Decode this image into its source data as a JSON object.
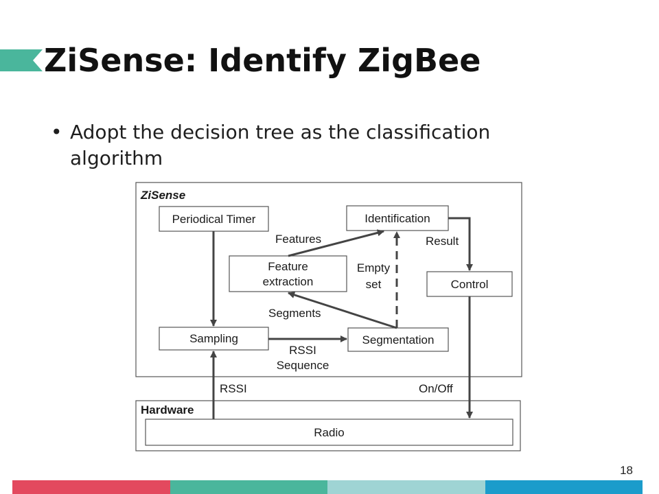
{
  "slide": {
    "title": "ZiSense: Identify ZigBee",
    "bullet": "Adopt the decision tree as the classification algorithm",
    "page_number": "18"
  },
  "colors": {
    "accent": "#4ab69c",
    "footer": [
      "#e3495e",
      "#4ab69c",
      "#9fd4d4",
      "#1b9ccb"
    ]
  },
  "diagram": {
    "zisense_label": "ZiSense",
    "hardware_label": "Hardware",
    "nodes": {
      "periodical_timer": "Periodical Timer",
      "identification": "Identification",
      "feature_extraction": [
        "Feature",
        "extraction"
      ],
      "control": "Control",
      "sampling": "Sampling",
      "segmentation": "Segmentation",
      "radio": "Radio"
    },
    "edges": {
      "features": "Features",
      "result": "Result",
      "empty_set": [
        "Empty",
        "set"
      ],
      "segments": "Segments",
      "rssi_sequence": [
        "RSSI",
        "Sequence"
      ],
      "rssi": "RSSI",
      "on_off": "On/Off"
    }
  }
}
